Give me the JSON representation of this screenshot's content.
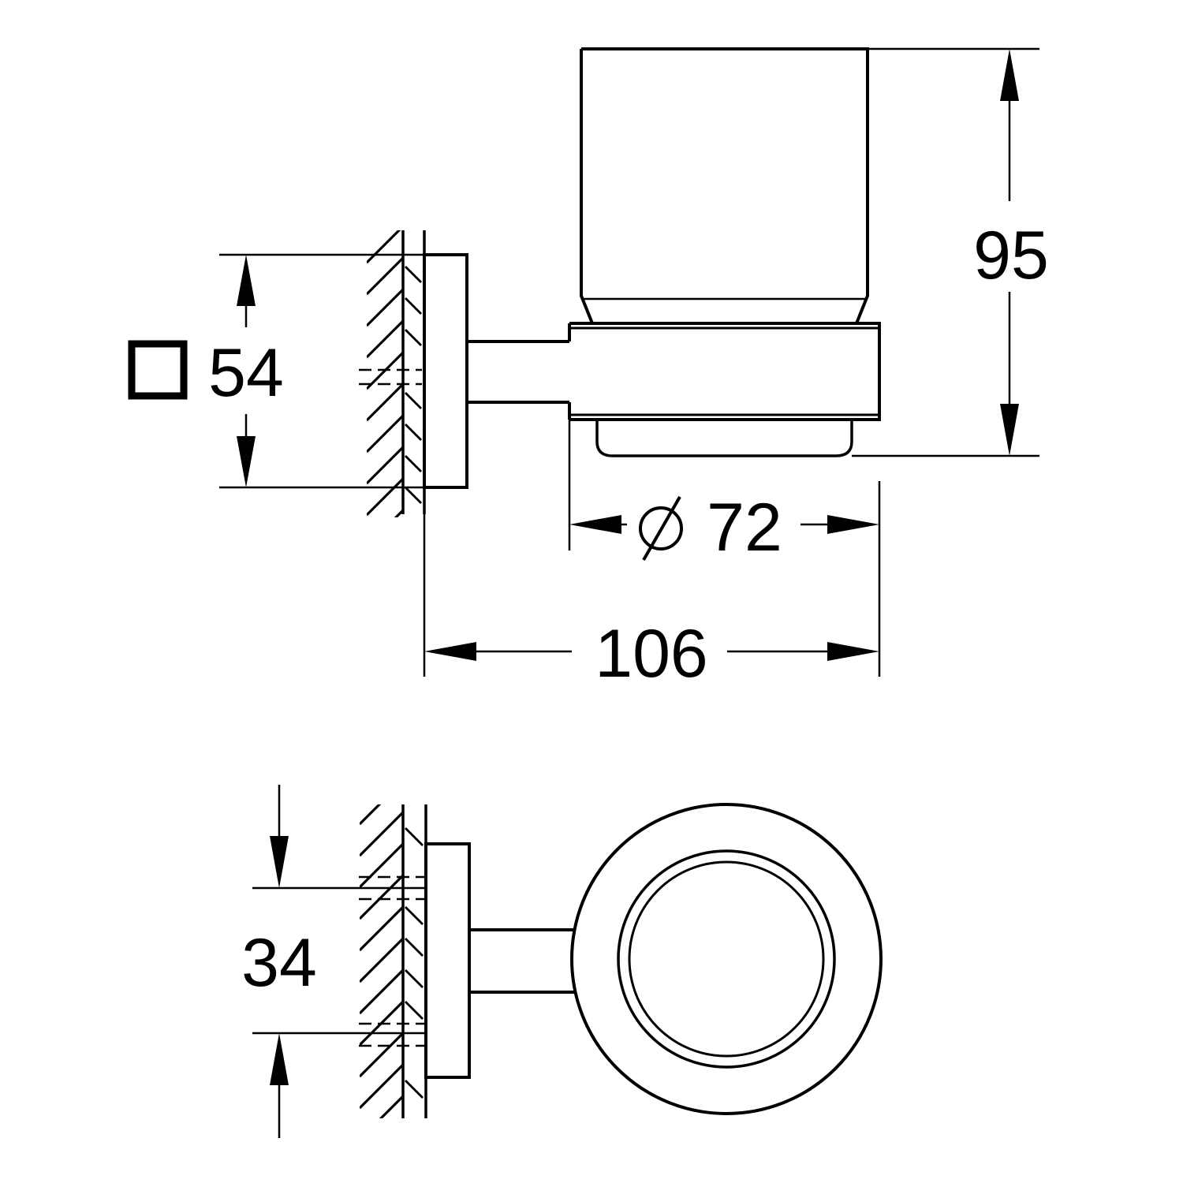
{
  "drawing": {
    "line_color": "#000000",
    "background": "#ffffff",
    "side_view": {
      "dimensions": {
        "height": "95",
        "rosette_size": "54",
        "rosette_symbol": "square",
        "diameter": "72",
        "diameter_symbol": "diameter",
        "projection": "106"
      }
    },
    "top_view": {
      "dimensions": {
        "fixing_distance": "34"
      }
    }
  }
}
